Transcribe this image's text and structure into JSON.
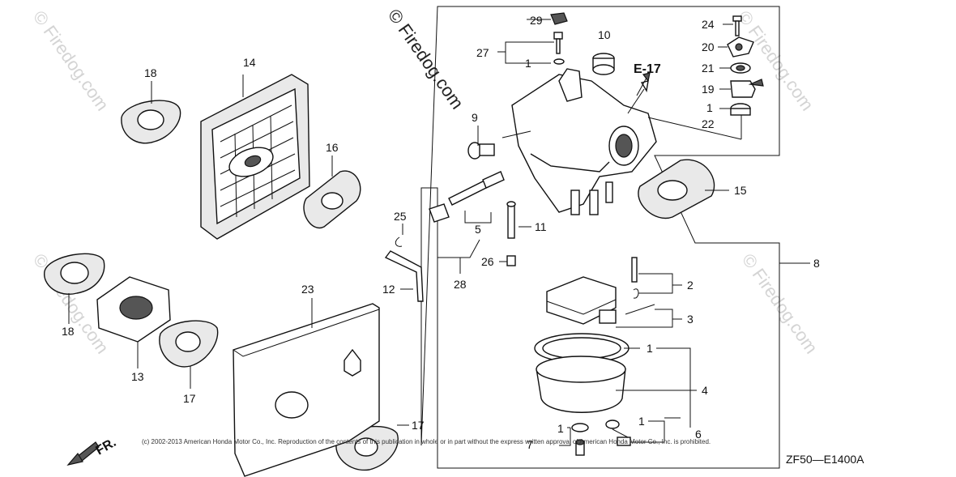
{
  "watermarks": {
    "main": "© Firedog.com",
    "small": "© Firedog.com"
  },
  "copyright": "(c) 2002-2013 American Honda Motor Co., Inc. Reproduction of the contents of this publication in whole or in part without the express written approval of American Honda Motor Co., Inc. is prohibited.",
  "diagram_code": "ZF50—E1400A",
  "front_label": "FR.",
  "reference": "E-17",
  "callouts": {
    "c1a": "1",
    "c1b": "1",
    "c1c": "1",
    "c1d": "1",
    "c1e": "1",
    "c2": "2",
    "c3": "3",
    "c4": "4",
    "c5": "5",
    "c6": "6",
    "c7": "7",
    "c8": "8",
    "c9": "9",
    "c10": "10",
    "c11": "11",
    "c12": "12",
    "c13": "13",
    "c14": "14",
    "c15": "15",
    "c16": "16",
    "c17a": "17",
    "c17b": "17",
    "c18a": "18",
    "c18b": "18",
    "c19": "19",
    "c20": "20",
    "c21": "21",
    "c22": "22",
    "c23": "23",
    "c24": "24",
    "c25": "25",
    "c26": "26",
    "c27": "27",
    "c28": "28",
    "c29": "29"
  }
}
